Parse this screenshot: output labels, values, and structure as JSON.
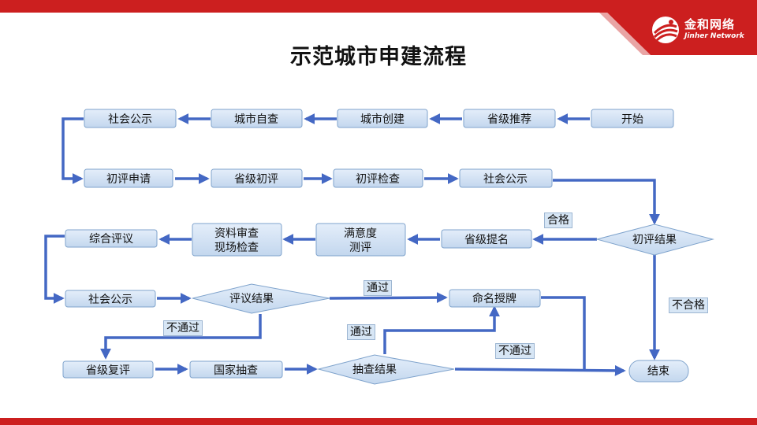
{
  "header": {
    "logo": {
      "name_cn": "金和网络",
      "name_en": "Jinher Network"
    }
  },
  "page_title": "示范城市申建流程",
  "flow": {
    "nodes": {
      "start": "开始",
      "provincial_recommend": "省级推荐",
      "city_create": "城市创建",
      "city_selfcheck": "城市自查",
      "social_notice_1": "社会公示",
      "initial_apply": "初评申请",
      "provincial_initial_review": "省级初评",
      "initial_inspection": "初评检查",
      "social_notice_2": "社会公示",
      "initial_result": "初评结果",
      "provincial_nomination": "省级提名",
      "satisfaction_survey_line1": "满意度",
      "satisfaction_survey_line2": "测评",
      "doc_review_line1": "资料审查",
      "doc_review_line2": "现场检查",
      "comprehensive_review": "综合评议",
      "social_notice_3": "社会公示",
      "review_result": "评议结果",
      "naming_award": "命名授牌",
      "provincial_re_review": "省级复评",
      "national_spot_check": "国家抽查",
      "spot_check_result": "抽查结果",
      "end": "结束"
    },
    "edge_labels": {
      "initial_pass": "合格",
      "initial_fail": "不合格",
      "review_pass": "通过",
      "review_fail": "不通过",
      "spot_pass": "通过",
      "spot_fail": "不通过"
    },
    "colors": {
      "node_fill_top": "#e4eefa",
      "node_fill_bottom": "#c3d7ee",
      "node_stroke": "#7fa3cc",
      "arrow": "#4468c4",
      "brand_red": "#cc1f1f"
    }
  }
}
